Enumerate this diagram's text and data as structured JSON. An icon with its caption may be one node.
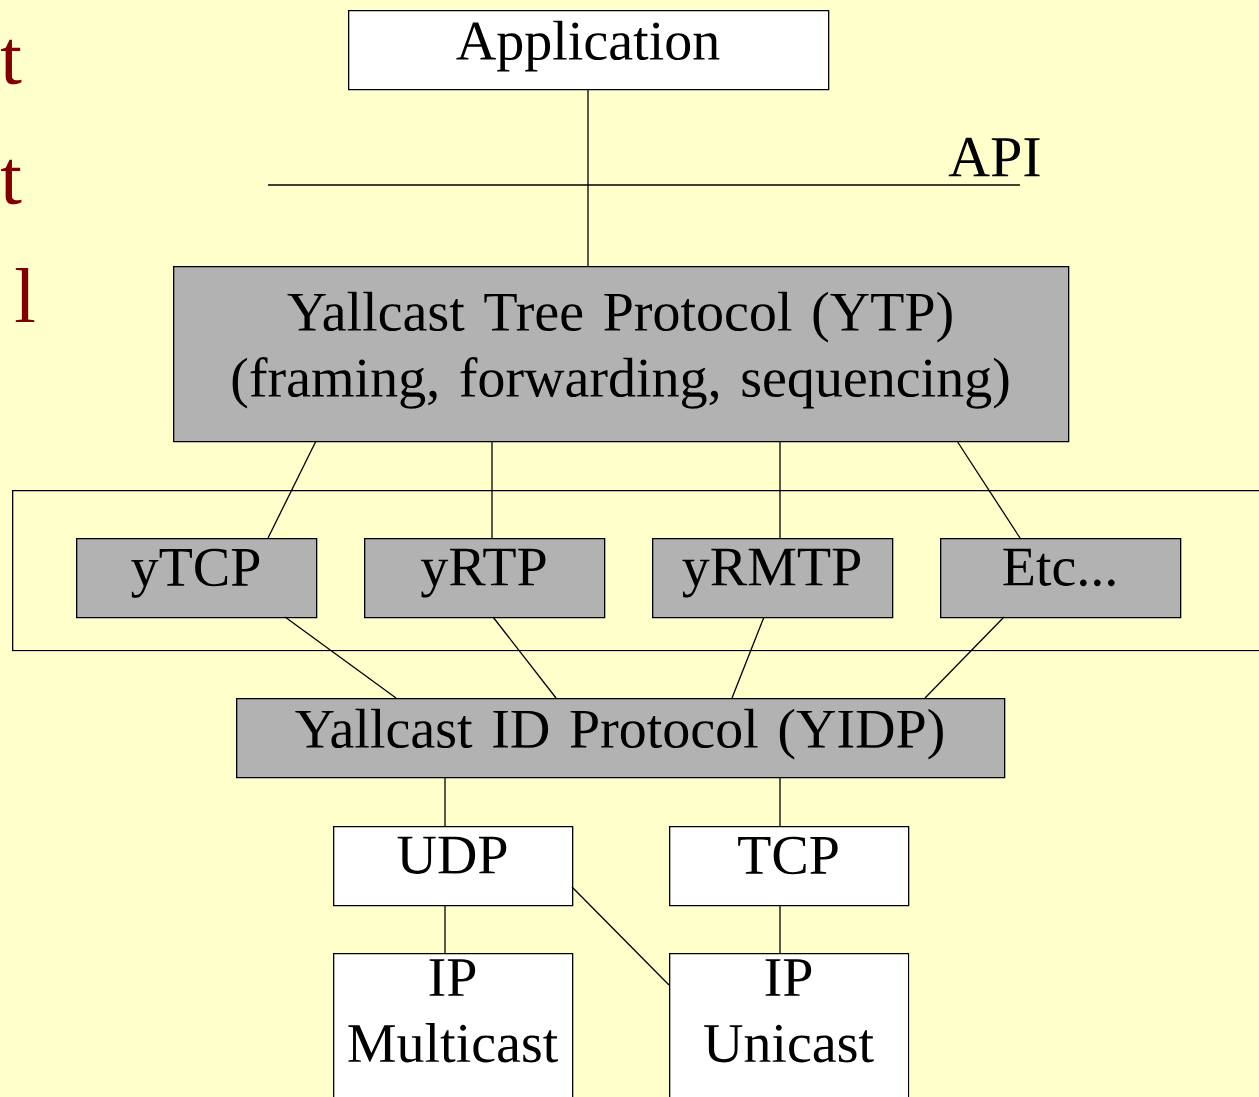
{
  "diagram": {
    "nodes": [
      {
        "text": [
          "Application"
        ]
      },
      {
        "text": [
          "Yallcast Tree Protocol (YTP)",
          "(framing, forwarding, sequencing)"
        ]
      },
      {
        "text": [],
        "shape": "box"
      },
      {
        "text": [
          "yTCP"
        ],
        "in": 2
      },
      {
        "text": [
          "yRTP"
        ],
        "in": 2
      },
      {
        "text": [
          "yRMTP"
        ],
        "in": 2
      },
      {
        "text": [
          "Etc..."
        ],
        "in": 2
      },
      {
        "text": [
          "Yallcast ID Protocol (YIDP)"
        ]
      },
      {
        "text": [
          "UDP"
        ]
      },
      {
        "text": [
          "TCP"
        ]
      },
      {
        "text": [
          "IP Multicast"
        ]
      },
      {
        "text": [
          "IP Unicast"
        ]
      }
    ],
    "edges": [
      {
        "from": 0,
        "to": 1,
        "arrow": "none"
      },
      {
        "from": 1,
        "to": 3,
        "arrow": "none"
      },
      {
        "from": 1,
        "to": 4,
        "arrow": "none"
      },
      {
        "from": 1,
        "to": 5,
        "arrow": "none"
      },
      {
        "from": 1,
        "to": 6,
        "arrow": "none"
      },
      {
        "from": 3,
        "to": 7,
        "arrow": "none"
      },
      {
        "from": 4,
        "to": 7,
        "arrow": "none"
      },
      {
        "from": 5,
        "to": 7,
        "arrow": "none"
      },
      {
        "from": 6,
        "to": 7,
        "arrow": "none"
      },
      {
        "from": 7,
        "to": 8,
        "arrow": "none"
      },
      {
        "from": 7,
        "to": 9,
        "arrow": "none"
      },
      {
        "from": 8,
        "to": 10,
        "arrow": "none"
      },
      {
        "from": 9,
        "to": 11,
        "arrow": "none"
      },
      {
        "from": 8,
        "to": 11,
        "arrow": "none"
      }
    ],
    "labels": [
      "t",
      "t",
      "l",
      "API"
    ]
  }
}
